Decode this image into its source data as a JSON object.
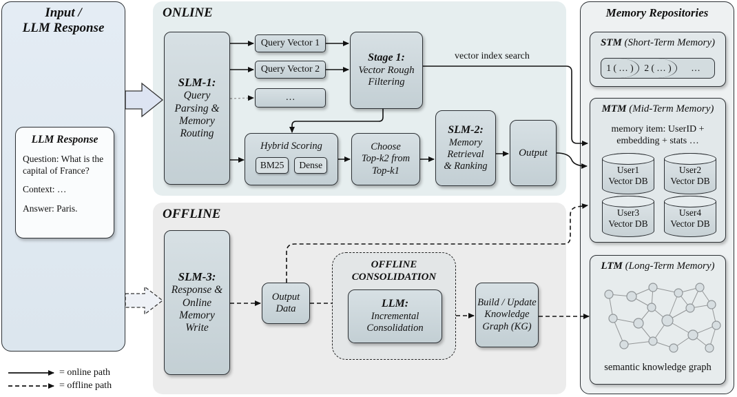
{
  "input_panel": {
    "title_line1": "Input /",
    "title_line2": "LLM Response"
  },
  "llm_response": {
    "title": "LLM Response",
    "question": "Question: What is the capital of France?",
    "context": "Context: …",
    "answer": "Answer: Paris."
  },
  "online": {
    "label": "ONLINE",
    "slm1": {
      "title": "SLM-1:",
      "l1": "Query",
      "l2": "Parsing &",
      "l3": "Memory",
      "l4": "Routing"
    },
    "qv1": "Query Vector 1",
    "qv2": "Query Vector 2",
    "qv3": "…",
    "stage1": {
      "title": "Stage 1:",
      "l1": "Vector Rough",
      "l2": "Filtering"
    },
    "vector_search": "vector index search",
    "hybrid": {
      "title": "Hybrid Scoring",
      "bm25": "BM25",
      "dense": "Dense"
    },
    "choose": {
      "l1": "Choose",
      "l2": "Top-k2 from",
      "l3": "Top-k1"
    },
    "slm2": {
      "title": "SLM-2:",
      "l1": "Memory",
      "l2": "Retrieval",
      "l3": "& Ranking"
    },
    "output": "Output"
  },
  "offline": {
    "label": "OFFLINE",
    "slm3": {
      "title": "SLM-3:",
      "l1": "Response &",
      "l2": "Online",
      "l3": "Memory",
      "l4": "Write"
    },
    "output_data": {
      "l1": "Output",
      "l2": "Data"
    },
    "consolidation": {
      "l1": "OFFLINE",
      "l2": "CONSOLIDATION"
    },
    "llm": {
      "title": "LLM:",
      "l1": "Incremental",
      "l2": "Consolidation"
    },
    "kg": {
      "l1": "Build / Update",
      "l2": "Knowledge",
      "l3": "Graph (KG)"
    }
  },
  "memory": {
    "title": "Memory Repositories",
    "stm": {
      "abbr": "STM",
      "full": "(Short-Term Memory)",
      "cells": [
        "1 ( … )",
        "2 ( … )",
        "…"
      ]
    },
    "mtm": {
      "abbr": "MTM",
      "full": "(Mid-Term Memory)",
      "desc1": "memory item: UserID +",
      "desc2": "embedding + stats …",
      "dbs": [
        {
          "user": "User1",
          "db": "Vector DB"
        },
        {
          "user": "User2",
          "db": "Vector DB"
        },
        {
          "user": "User3",
          "db": "Vector DB"
        },
        {
          "user": "User4",
          "db": "Vector DB"
        }
      ]
    },
    "ltm": {
      "abbr": "LTM",
      "full": "(Long-Term Memory)",
      "caption": "semantic knowledge graph"
    }
  },
  "legend": {
    "online": "= online path",
    "offline": "= offline path"
  }
}
